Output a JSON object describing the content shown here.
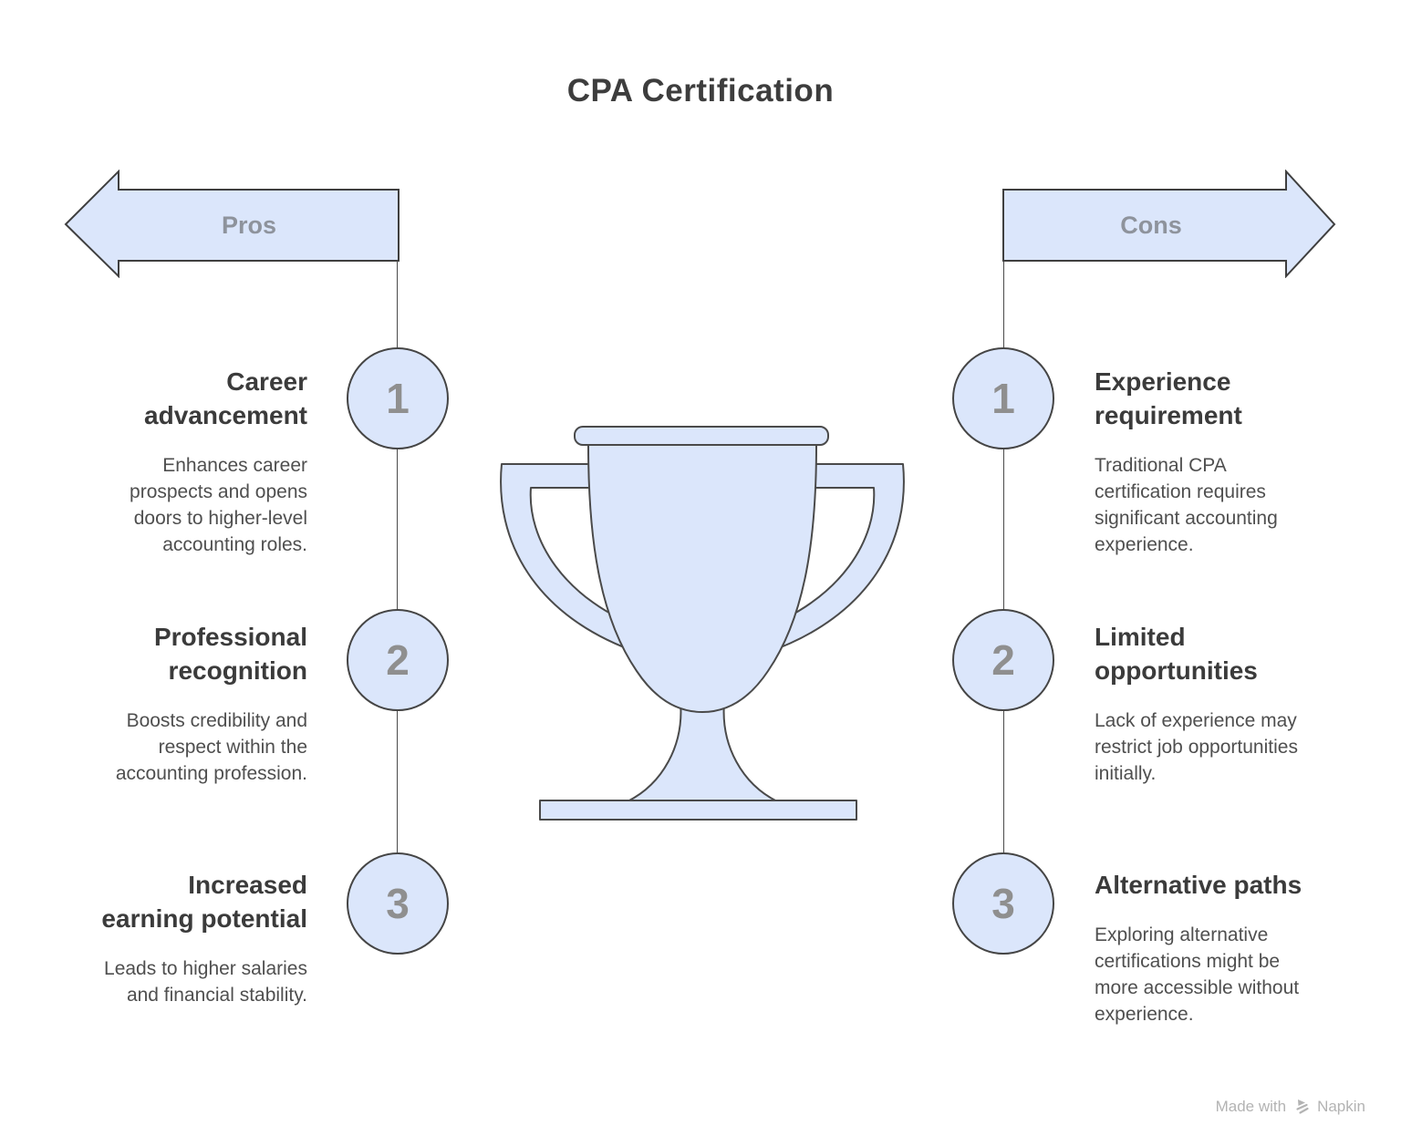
{
  "title": "CPA Certification",
  "pros": {
    "label": "Pros",
    "items": [
      {
        "num": "1",
        "title": "Career\nadvancement",
        "desc": "Enhances career\nprospects and opens\ndoors to higher-level\naccounting roles."
      },
      {
        "num": "2",
        "title": "Professional\nrecognition",
        "desc": "Boosts credibility and\nrespect within the\naccounting profession."
      },
      {
        "num": "3",
        "title": "Increased\nearning potential",
        "desc": "Leads to higher salaries\nand financial stability."
      }
    ]
  },
  "cons": {
    "label": "Cons",
    "items": [
      {
        "num": "1",
        "title": "Experience\nrequirement",
        "desc": "Traditional CPA\ncertification requires\nsignificant accounting\nexperience."
      },
      {
        "num": "2",
        "title": "Limited\nopportunities",
        "desc": "Lack of experience may\nrestrict job opportunities\ninitially."
      },
      {
        "num": "3",
        "title": "Alternative paths",
        "desc": "Exploring alternative\ncertifications might be\nmore accessible without\nexperience."
      }
    ]
  },
  "center_icon": "trophy-icon",
  "watermark": {
    "made_with": "Made with",
    "brand": "Napkin"
  },
  "colors": {
    "shape_fill": "#dbe6fb",
    "shape_stroke": "#454545",
    "heading_text": "#3b3b3b",
    "body_text": "#4f4f4f",
    "arrow_label_text": "#8e939c",
    "step_number_text": "#8f8f8f",
    "watermark_text": "#b3b3b3"
  }
}
